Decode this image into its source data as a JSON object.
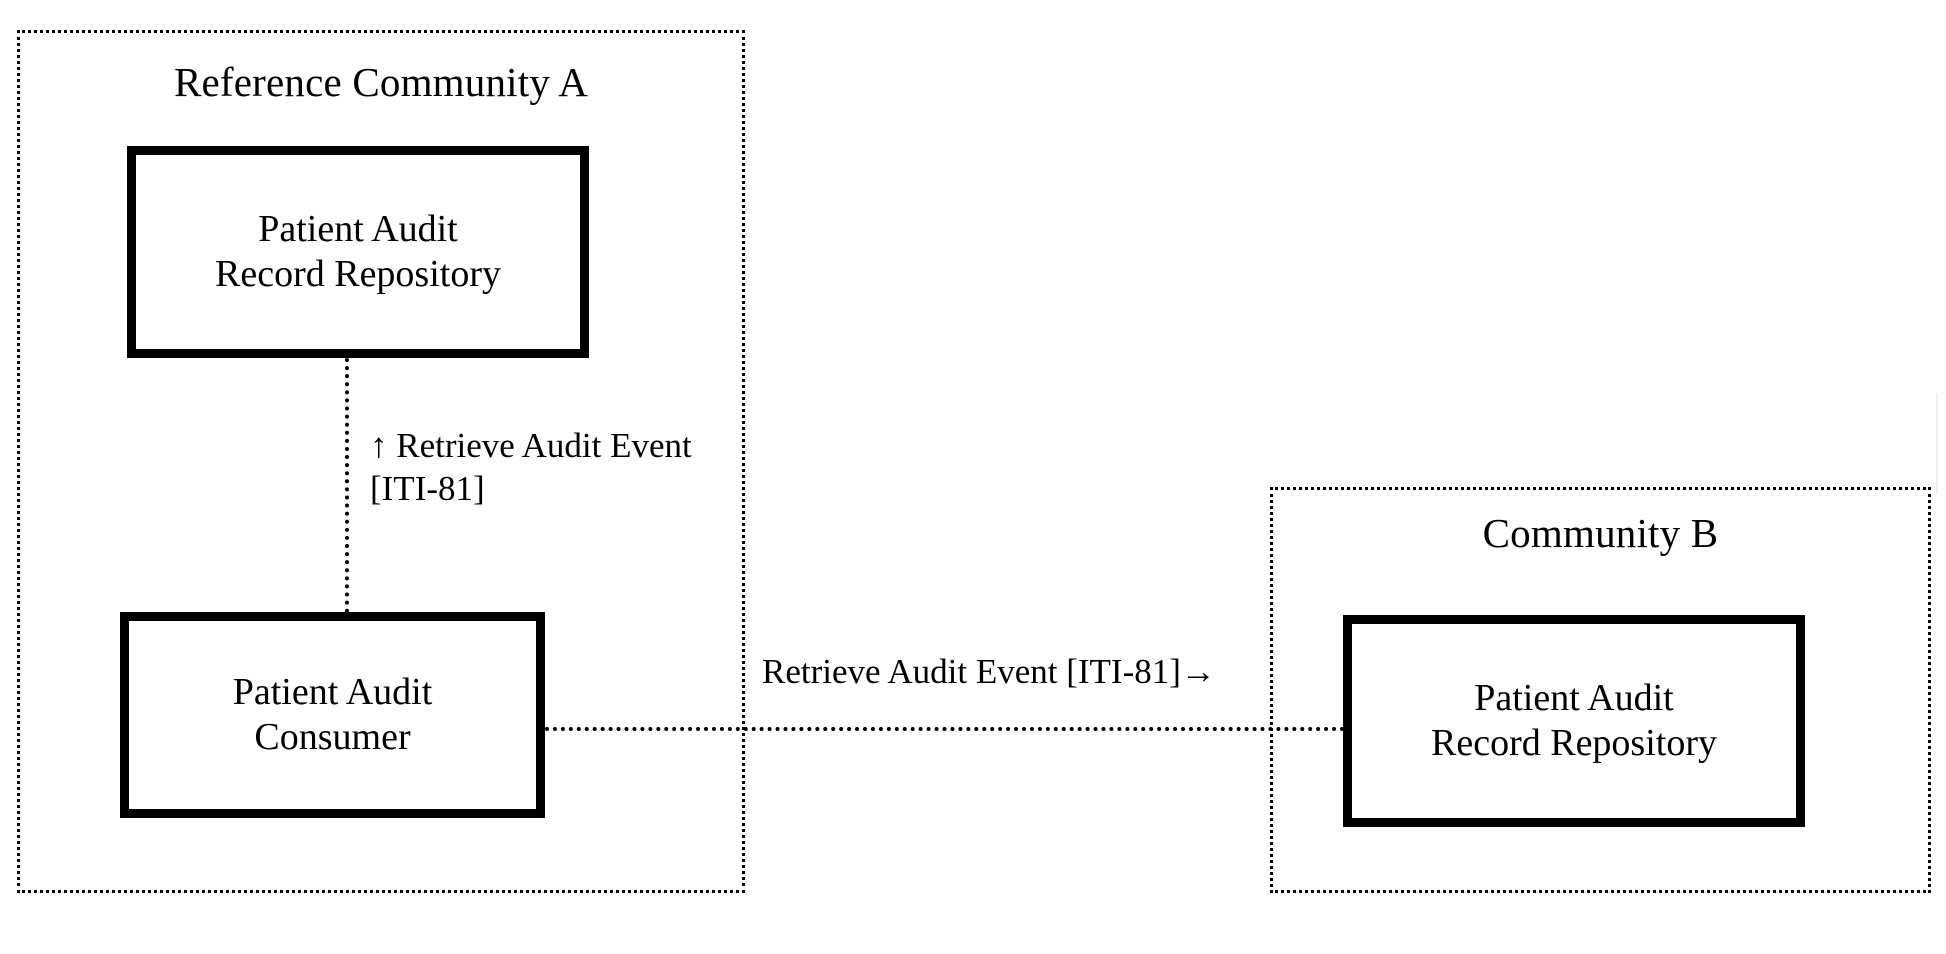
{
  "diagram": {
    "type": "ihe-actor-transaction-diagram",
    "communities": [
      {
        "id": "reference-community-a",
        "title": "Reference Community A",
        "actors": [
          {
            "id": "par-repository-a",
            "label": "Patient Audit\nRecord Repository"
          },
          {
            "id": "patient-audit-consumer",
            "label": "Patient Audit\nConsumer"
          }
        ]
      },
      {
        "id": "community-b",
        "title": "Community B",
        "actors": [
          {
            "id": "par-repository-b",
            "label": "Patient Audit\nRecord Repository"
          }
        ]
      }
    ],
    "transactions": [
      {
        "id": "retrieve-audit-event-internal",
        "label": "↑ Retrieve Audit Event\n   [ITI-81]",
        "name": "Retrieve Audit Event",
        "code": "[ITI-81]",
        "direction": "up",
        "arrow_glyph": "↑"
      },
      {
        "id": "retrieve-audit-event-cross-community",
        "label": "Retrieve Audit Event [ITI-81]→",
        "name": "Retrieve Audit Event",
        "code": "[ITI-81]",
        "direction": "right",
        "arrow_glyph": "→"
      }
    ]
  },
  "colors": {
    "line": "#000000",
    "background": "#ffffff",
    "text": "#000000"
  }
}
